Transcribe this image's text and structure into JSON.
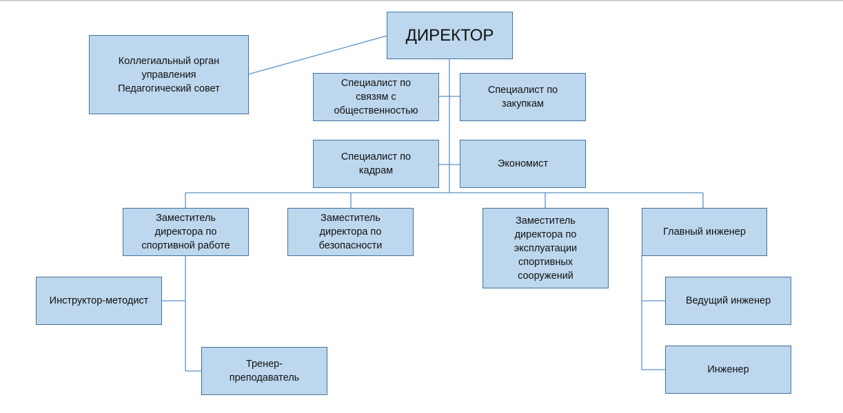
{
  "colors": {
    "fill": "#bdd7ee",
    "border": "#41719c",
    "line": "#5b8fc7"
  },
  "nodes": {
    "director": "ДИРЕКТОР",
    "collegial": "Коллегиальный орган\nуправления\nПедагогический совет",
    "pr_specialist": "Специалист по\nсвязям с\nобщественностью",
    "procurement_specialist": "Специалист по\nзакупкам",
    "hr_specialist": "Специалист по\nкадрам",
    "economist": "Экономист",
    "deputy_sport": "Заместитель\nдиректора по\nспортивной работе",
    "deputy_security": "Заместитель\nдиректора по\nбезопасности",
    "deputy_facilities": "Заместитель\nдиректора по\nэксплуатации\nспортивных\nсооружений",
    "chief_engineer": "Главный инженер",
    "instructor": "Инструктор-методист",
    "coach": "Тренер-\nпреподаватель",
    "lead_engineer": "Ведущий инженер",
    "engineer": "Инженер"
  }
}
